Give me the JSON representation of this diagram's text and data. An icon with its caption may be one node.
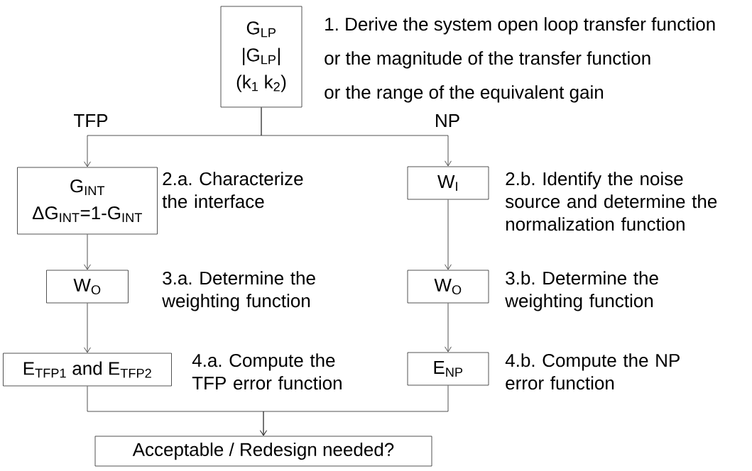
{
  "diagram": {
    "nodes": [
      {
        "text": [
          "G$_{LP}$",
          "|G$_{LP}$|",
          "(k$_{1}$ k$_{2}$)"
        ],
        "beside": [
          "1. Derive the system open loop transfer function",
          "or the magnitude of the transfer function",
          "or the range of the equivalent gain"
        ]
      },
      {
        "text": [
          "G$_{INT}$",
          "ΔG$_{INT}$=1-G$_{INT}$"
        ],
        "beside": [
          "2.a. Characterize the interface"
        ]
      },
      {
        "text": [
          "W$_{I}$"
        ],
        "beside": [
          "2.b. Identify the noise source and determine the normalization function"
        ]
      },
      {
        "text": [
          "W$_{O}$"
        ],
        "beside": [
          "3.a. Determine the weighting function"
        ]
      },
      {
        "text": [
          "W$_{O}$"
        ],
        "beside": [
          "3.b. Determine the weighting function"
        ]
      },
      {
        "text": [
          "E$_{TFP1}$ and E$_{TFP2}$"
        ],
        "beside": [
          "4.a. Compute the TFP error function"
        ]
      },
      {
        "text": [
          "E$_{NP}$"
        ],
        "beside": [
          "4.b. Compute the NP error function"
        ]
      },
      {
        "text": [
          "Acceptable / Redesign needed?"
        ]
      }
    ],
    "edges": [
      {
        "from": 0,
        "to": 1,
        "arrow": "to",
        "label": "TFP"
      },
      {
        "from": 0,
        "to": 2,
        "arrow": "to",
        "label": "NP"
      },
      {
        "from": 1,
        "to": 3,
        "arrow": "to"
      },
      {
        "from": 2,
        "to": 4,
        "arrow": "to"
      },
      {
        "from": 3,
        "to": 5,
        "arrow": "to"
      },
      {
        "from": 4,
        "to": 6,
        "arrow": "to"
      },
      {
        "from": 5,
        "to": 7,
        "arrow": "to"
      },
      {
        "from": 6,
        "to": 7,
        "arrow": "to"
      }
    ]
  }
}
